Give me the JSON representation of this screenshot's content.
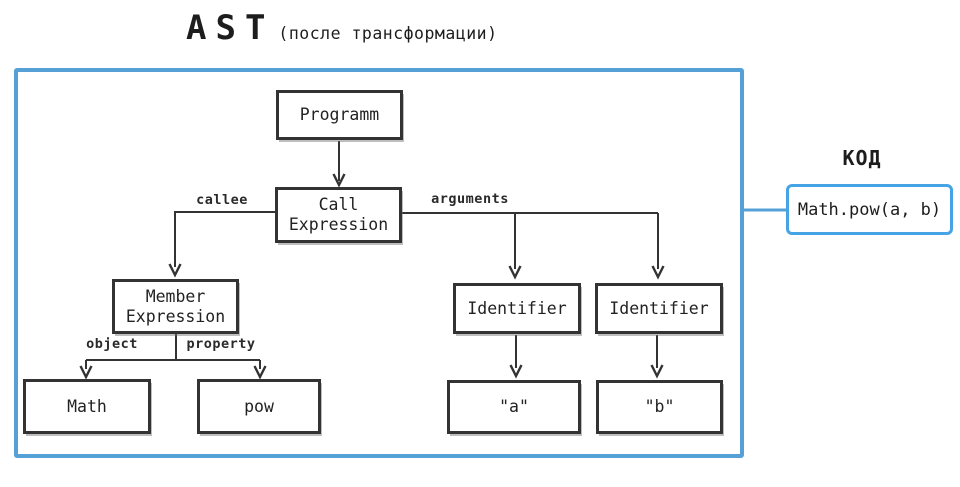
{
  "title": {
    "main": "AST",
    "subtitle": "(после трансформации)"
  },
  "colors": {
    "frame_blue": "#55a0d7",
    "code_blue": "#46a4e6",
    "ink": "#333333"
  },
  "nodes": {
    "programm": "Programm",
    "call_expression": "Call Expression",
    "member_expression": "Member Expression",
    "identifier_left": "Identifier",
    "identifier_right": "Identifier",
    "object_value": "Math",
    "property_value": "pow",
    "argument_left": "\"a\"",
    "argument_right": "\"b\""
  },
  "edge_labels": {
    "callee": "callee",
    "arguments": "arguments",
    "object": "object",
    "property": "property"
  },
  "code_panel": {
    "label": "КОД",
    "code": "Math.pow(a, b)"
  }
}
